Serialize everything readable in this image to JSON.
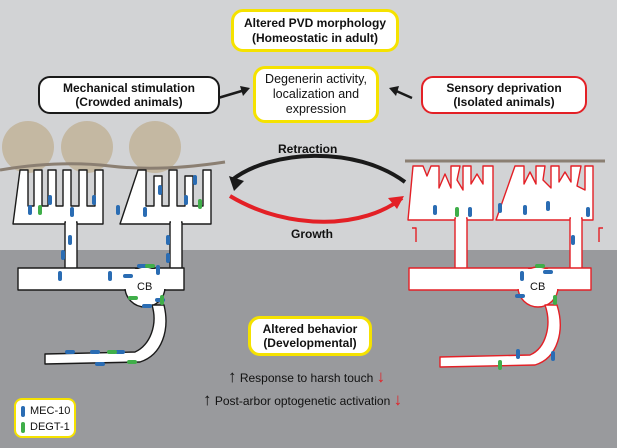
{
  "colors": {
    "top_background": "#d2d3d5",
    "bottom_background": "#999a9d",
    "highlight_yellow": "#f5e200",
    "stimulation_black": "#1a1a1a",
    "deprivation_red": "#e32026",
    "mec10_blue": "#2a6cb3",
    "degt1_green": "#3fae49",
    "cuticle_brown": "#8b7f72",
    "animal_tan": "#c4b8a2"
  },
  "header": {
    "line1": "Altered PVD morphology",
    "line2": "(Homeostatic in adult)"
  },
  "center_box": {
    "line1": "Degenerin activity,",
    "line2": "localization and",
    "line3": "expression"
  },
  "left_box": {
    "line1": "Mechanical stimulation",
    "line2": "(Crowded animals)"
  },
  "right_box": {
    "line1": "Sensory deprivation",
    "line2": "(Isolated animals)"
  },
  "transitions": {
    "retraction": "Retraction",
    "growth": "Growth"
  },
  "neurons": {
    "left_cell_body": "CB",
    "right_cell_body": "CB"
  },
  "behavior_box": {
    "line1": "Altered behavior",
    "line2": "(Developmental)"
  },
  "effects": [
    {
      "text": "Response to harsh touch",
      "up_arrow": "↑",
      "down_arrow": "↓"
    },
    {
      "text": "Post-arbor optogenetic activation",
      "up_arrow": "↑",
      "down_arrow": "↓"
    }
  ],
  "legend": [
    {
      "label": "MEC-10",
      "color": "#2a6cb3"
    },
    {
      "label": "DEGT-1",
      "color": "#3fae49"
    }
  ]
}
